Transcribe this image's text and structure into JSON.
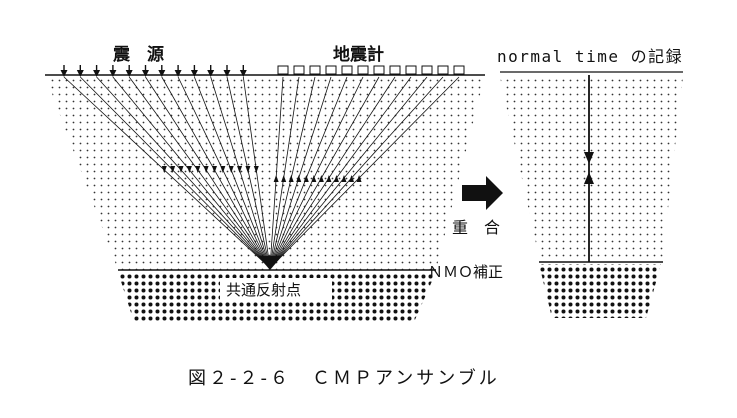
{
  "labels": {
    "sources": "震　源",
    "geophones": "地震計",
    "normal_time_record": "normal time の記録",
    "stack": "重　合",
    "common_reflection_point": "共通反射点",
    "nmo_correction": "ＮＭＯ補正",
    "caption": "図２-２-６　ＣＭＰアンサンブル"
  },
  "colors": {
    "ink": "#111111",
    "dots": "#333333",
    "background": "#ffffff"
  },
  "icons": {
    "source": "down-arrow-icon",
    "geophone": "square-receiver-icon",
    "flow": "right-block-arrow-icon"
  }
}
